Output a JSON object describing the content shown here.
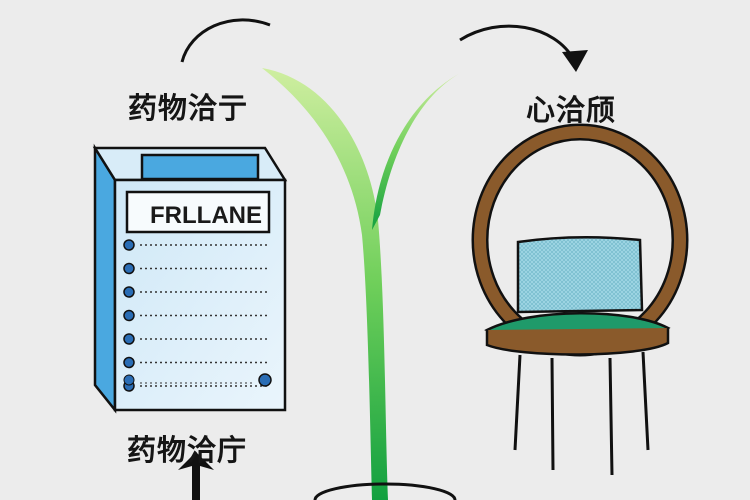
{
  "labels": {
    "top_left": "药物洽亍",
    "top_right": "心洽颀",
    "bottom_left": "药物洽庁"
  },
  "document": {
    "title": "FRLLANE",
    "list_item_count": 7
  },
  "colors": {
    "background": "#ececec",
    "document_blue": "#4aa8e0",
    "sprout_green": "#2fb34a",
    "chair_wood": "#8a5a2b",
    "seat_green": "#1f9a6a",
    "cushion_blue": "#8fd0e0"
  }
}
